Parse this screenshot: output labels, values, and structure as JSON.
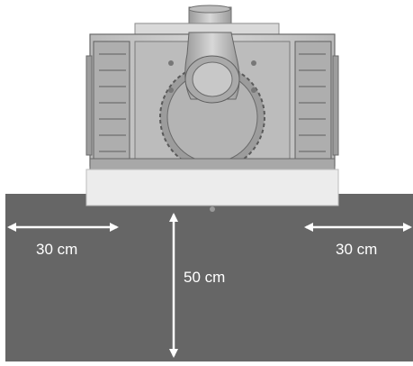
{
  "dimensions": {
    "left_clearance": "30 cm",
    "right_clearance": "30 cm",
    "front_clearance": "50 cm"
  },
  "colors": {
    "floor_zone": "#666666",
    "unit_body": "#c9c9c9",
    "unit_dark": "#8a8a8a",
    "base_plate": "#ececec",
    "arrows_and_text": "#ffffff"
  }
}
